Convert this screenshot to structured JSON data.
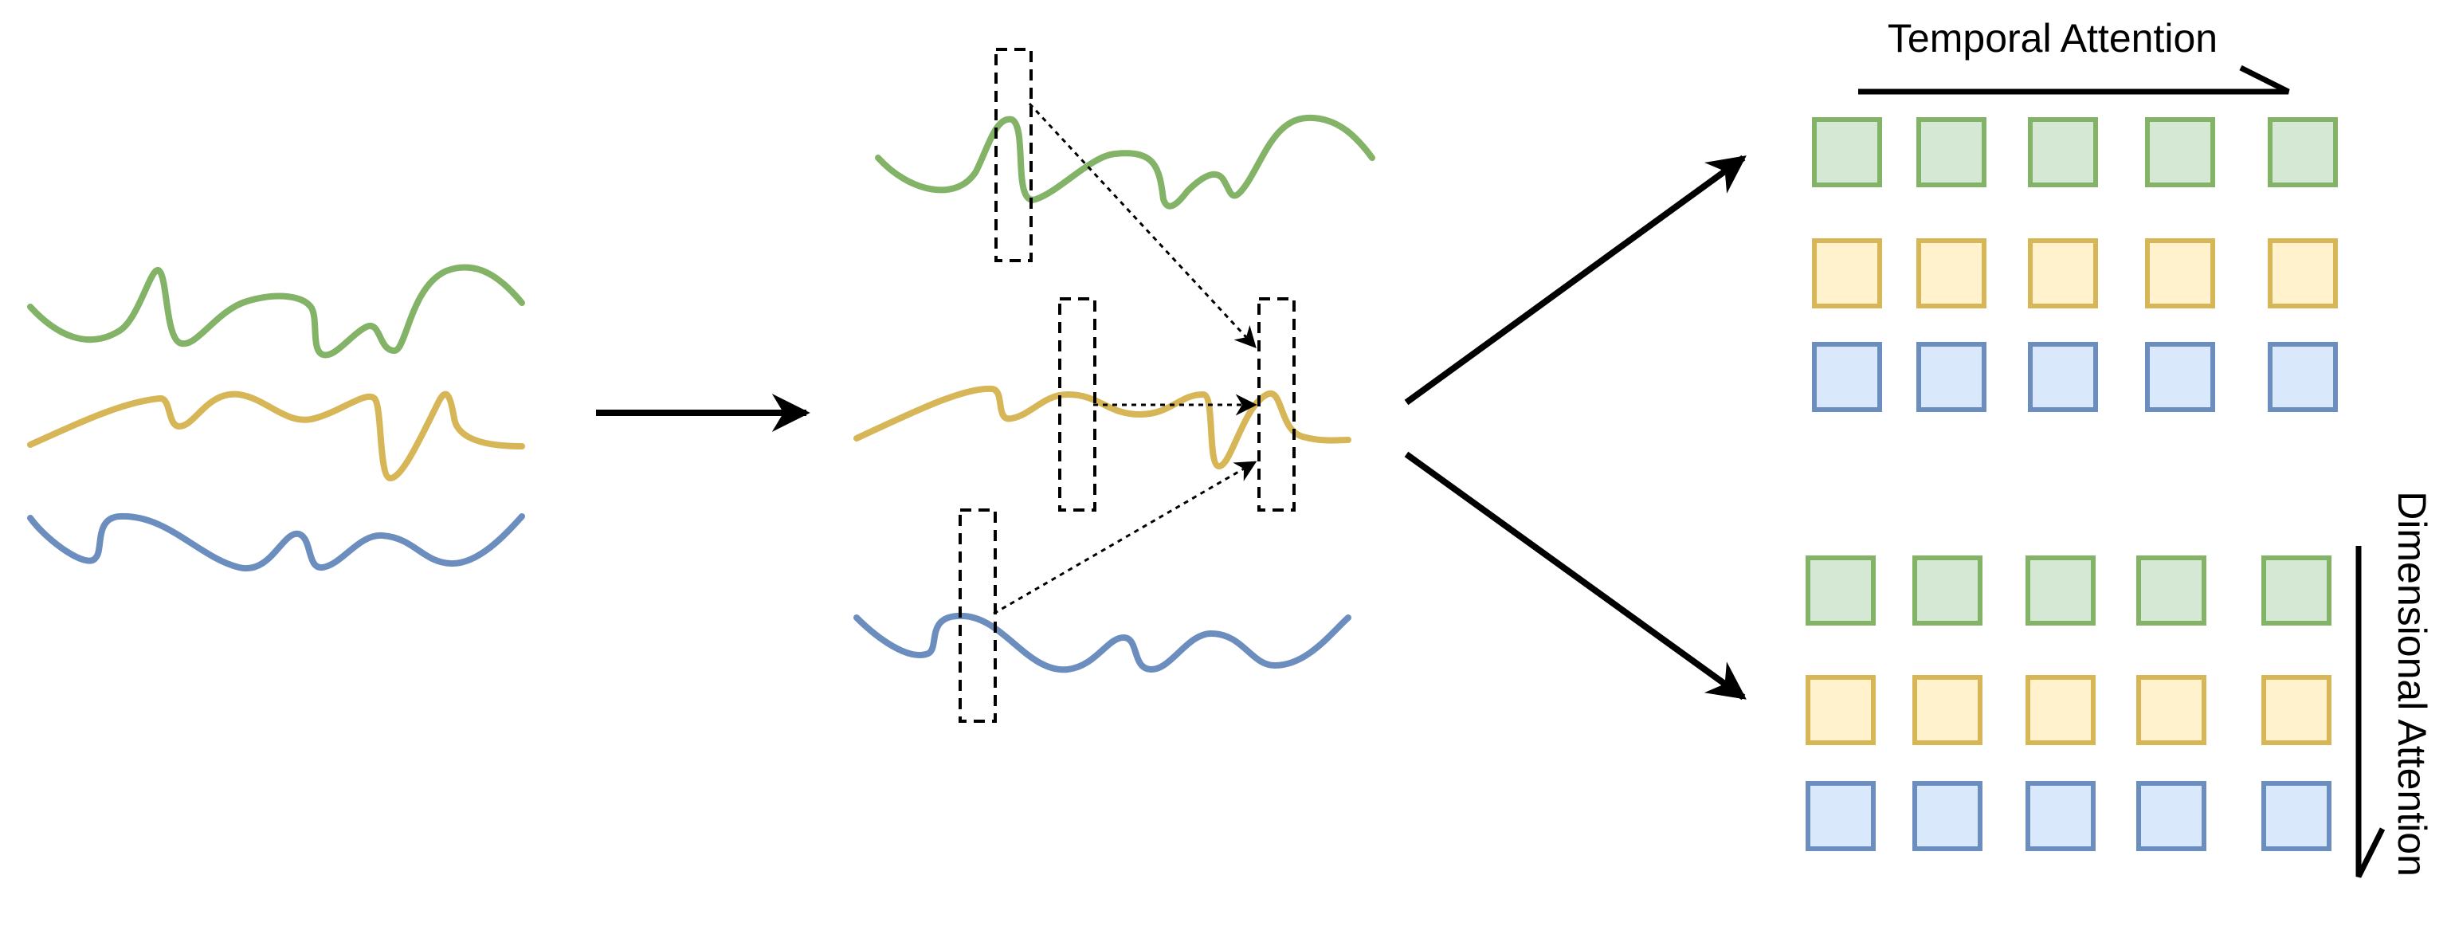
{
  "labels": {
    "temporal": "Temporal Attention",
    "dimensional": "Dimensional Attention"
  },
  "colors": {
    "green_stroke": "#82b366",
    "green_fill": "#d5e8d4",
    "yellow_stroke": "#d6b656",
    "yellow_fill": "#fff2cc",
    "blue_stroke": "#6c8ebf",
    "blue_fill": "#dae8fc",
    "arrow": "#000000"
  },
  "grids": {
    "temporal": {
      "rows": [
        "green",
        "yellow",
        "blue"
      ],
      "columns": 5
    },
    "dimensional": {
      "rows": [
        "green",
        "yellow",
        "blue"
      ],
      "columns": 5
    }
  }
}
